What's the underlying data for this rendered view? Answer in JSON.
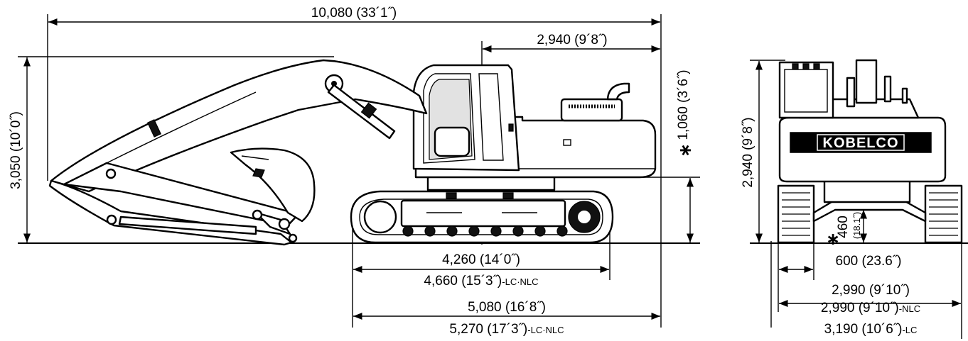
{
  "side_view": {
    "overall_length": "10,080 (33´1˝)",
    "tail_swing_radius": "2,940 (9´8˝)",
    "overall_height": "3,050 (10´0˝)",
    "ground_clearance_counterweight": "1,060 (3´6˝)",
    "tumbler_distance": "4,260 (14´0˝)",
    "tumbler_distance_lc_main": "4,660 (15´3˝)",
    "tumbler_distance_lc_suffix": "-LC·NLC",
    "crawler_length": "5,080 (16´8˝)",
    "crawler_length_lc_main": "5,270 (17´3˝)",
    "crawler_length_lc_suffix": "-LC·NLC"
  },
  "front_view": {
    "cab_height": "2,940 (9´8˝)",
    "ground_clearance_mm": "460",
    "ground_clearance_in": "(18.1˝)",
    "shoe_width": "600 (23.6˝)",
    "overall_width": "2,990 (9´10˝)",
    "overall_width_nlc_main": "2,990 (9´10˝)",
    "overall_width_nlc_suffix": "-NLC",
    "overall_width_lc_main": "3,190 (10´6˝)",
    "overall_width_lc_suffix": "-LC",
    "brand_logo": "KOBELCO"
  },
  "footnote_marker": "∗"
}
